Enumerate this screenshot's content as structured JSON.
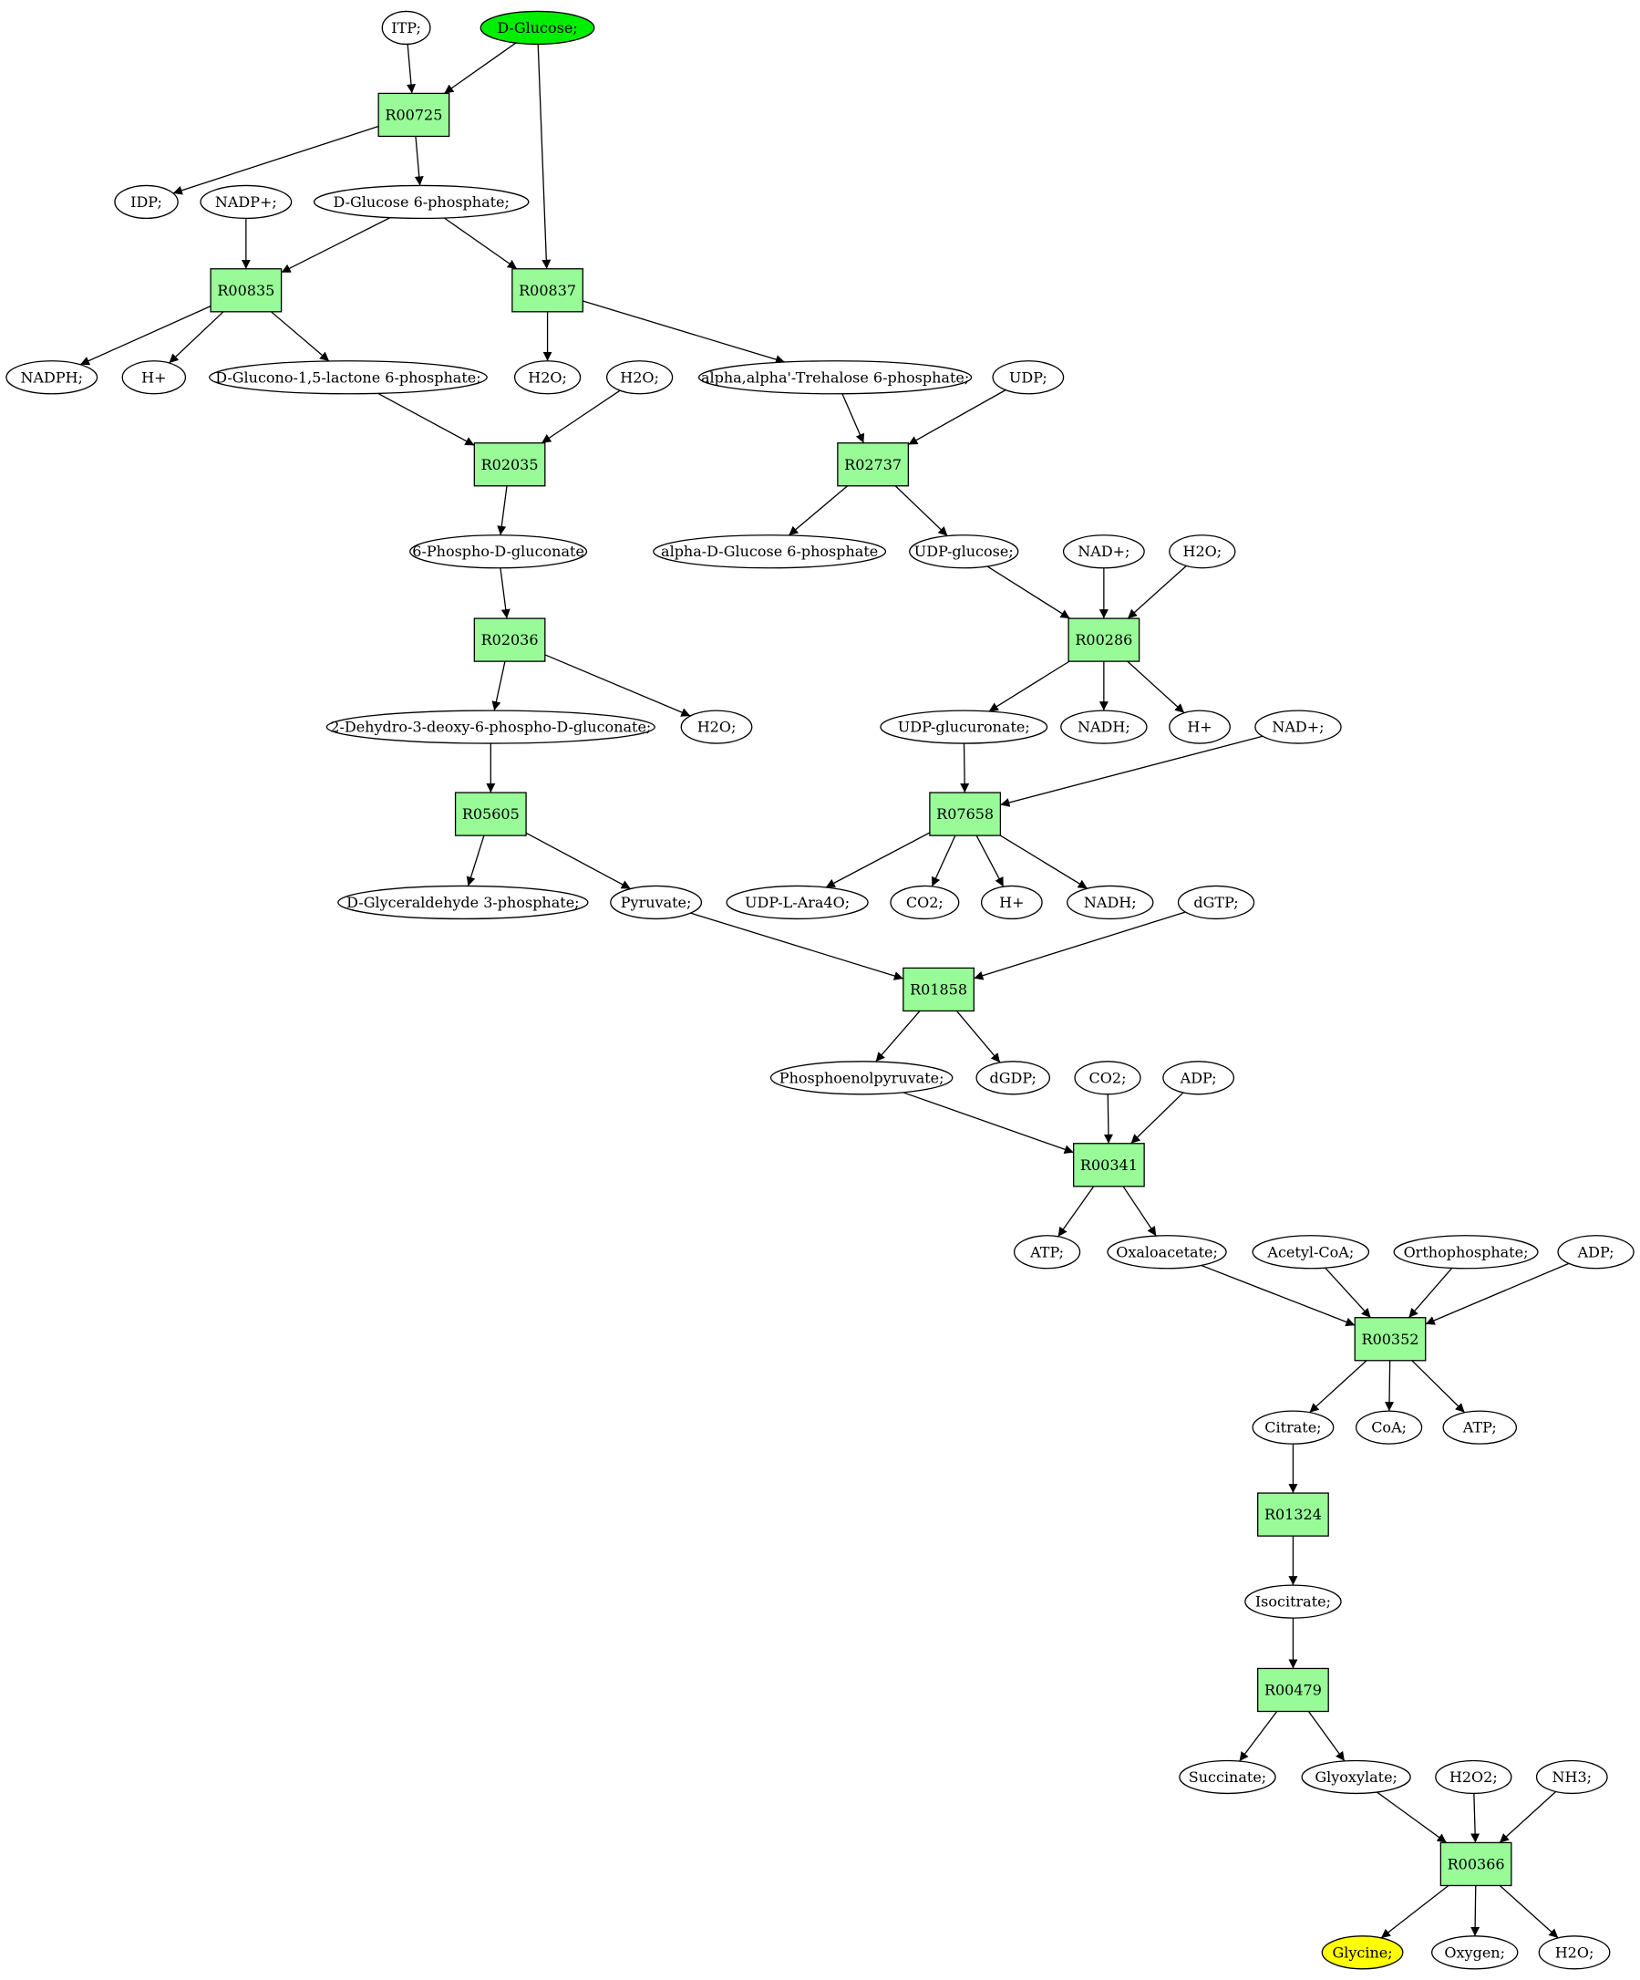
{
  "colors": {
    "reaction": "#98fb98",
    "compound": "#ffffff",
    "source": "#00ee00",
    "target": "#ffff00",
    "edge": "#000000"
  },
  "compounds": [
    {
      "id": "c_itp",
      "label": "ITP;"
    },
    {
      "id": "c_dglucose",
      "label": "D-Glucose;",
      "role": "source"
    },
    {
      "id": "c_idp",
      "label": "IDP;"
    },
    {
      "id": "c_nadp",
      "label": "NADP+;"
    },
    {
      "id": "c_g6p",
      "label": "D-Glucose 6-phosphate;"
    },
    {
      "id": "c_nadph",
      "label": "NADPH;"
    },
    {
      "id": "c_hplus1",
      "label": "H+"
    },
    {
      "id": "c_gluconolactone",
      "label": "D-Glucono-1,5-lactone 6-phosphate;"
    },
    {
      "id": "c_h2o1",
      "label": "H2O;"
    },
    {
      "id": "c_h2o2",
      "label": "H2O;"
    },
    {
      "id": "c_trehalose6p",
      "label": "alpha,alpha'-Trehalose 6-phosphate;"
    },
    {
      "id": "c_udp",
      "label": "UDP;"
    },
    {
      "id": "c_6pg",
      "label": "6-Phospho-D-gluconate"
    },
    {
      "id": "c_ag6p",
      "label": "alpha-D-Glucose 6-phosphate"
    },
    {
      "id": "c_udpglucose",
      "label": "UDP-glucose;"
    },
    {
      "id": "c_nad1",
      "label": "NAD+;"
    },
    {
      "id": "c_h2o3",
      "label": "H2O;"
    },
    {
      "id": "c_kdpg",
      "label": "2-Dehydro-3-deoxy-6-phospho-D-gluconate;"
    },
    {
      "id": "c_h2o4",
      "label": "H2O;"
    },
    {
      "id": "c_udpglcur",
      "label": "UDP-glucuronate;"
    },
    {
      "id": "c_nadh1",
      "label": "NADH;"
    },
    {
      "id": "c_hplus2",
      "label": "H+"
    },
    {
      "id": "c_nad2",
      "label": "NAD+;"
    },
    {
      "id": "c_gap",
      "label": "D-Glyceraldehyde 3-phosphate;"
    },
    {
      "id": "c_pyruvate",
      "label": "Pyruvate;"
    },
    {
      "id": "c_udpara",
      "label": "UDP-L-Ara4O;"
    },
    {
      "id": "c_co2a",
      "label": "CO2;"
    },
    {
      "id": "c_hplus3",
      "label": "H+"
    },
    {
      "id": "c_nadh2",
      "label": "NADH;"
    },
    {
      "id": "c_dgtp",
      "label": "dGTP;"
    },
    {
      "id": "c_pep",
      "label": "Phosphoenolpyruvate;"
    },
    {
      "id": "c_dgdp",
      "label": "dGDP;"
    },
    {
      "id": "c_co2b",
      "label": "CO2;"
    },
    {
      "id": "c_adp1",
      "label": "ADP;"
    },
    {
      "id": "c_atp1",
      "label": "ATP;"
    },
    {
      "id": "c_oaa",
      "label": "Oxaloacetate;"
    },
    {
      "id": "c_acetylcoa",
      "label": "Acetyl-CoA;"
    },
    {
      "id": "c_pi",
      "label": "Orthophosphate;"
    },
    {
      "id": "c_adp2",
      "label": "ADP;"
    },
    {
      "id": "c_citrate",
      "label": "Citrate;"
    },
    {
      "id": "c_coa",
      "label": "CoA;"
    },
    {
      "id": "c_atp2",
      "label": "ATP;"
    },
    {
      "id": "c_isocitrate",
      "label": "Isocitrate;"
    },
    {
      "id": "c_succinate",
      "label": "Succinate;"
    },
    {
      "id": "c_glyoxylate",
      "label": "Glyoxylate;"
    },
    {
      "id": "c_h2o2b",
      "label": "H2O2;"
    },
    {
      "id": "c_nh3",
      "label": "NH3;"
    },
    {
      "id": "c_glycine",
      "label": "Glycine;",
      "role": "target"
    },
    {
      "id": "c_oxygen",
      "label": "Oxygen;"
    },
    {
      "id": "c_h2o5",
      "label": "H2O;"
    }
  ],
  "reactions": [
    {
      "id": "r_00725",
      "label": "R00725"
    },
    {
      "id": "r_00835",
      "label": "R00835"
    },
    {
      "id": "r_00837",
      "label": "R00837"
    },
    {
      "id": "r_02035",
      "label": "R02035"
    },
    {
      "id": "r_02737",
      "label": "R02737"
    },
    {
      "id": "r_02036",
      "label": "R02036"
    },
    {
      "id": "r_00286",
      "label": "R00286"
    },
    {
      "id": "r_05605",
      "label": "R05605"
    },
    {
      "id": "r_07658",
      "label": "R07658"
    },
    {
      "id": "r_01858",
      "label": "R01858"
    },
    {
      "id": "r_00341",
      "label": "R00341"
    },
    {
      "id": "r_00352",
      "label": "R00352"
    },
    {
      "id": "r_01324",
      "label": "R01324"
    },
    {
      "id": "r_00479",
      "label": "R00479"
    },
    {
      "id": "r_00366",
      "label": "R00366"
    }
  ],
  "edges": [
    [
      "c_itp",
      "r_00725"
    ],
    [
      "c_dglucose",
      "r_00725"
    ],
    [
      "c_dglucose",
      "r_00837"
    ],
    [
      "r_00725",
      "c_idp"
    ],
    [
      "r_00725",
      "c_g6p"
    ],
    [
      "c_nadp",
      "r_00835"
    ],
    [
      "c_g6p",
      "r_00835"
    ],
    [
      "c_g6p",
      "r_00837"
    ],
    [
      "r_00835",
      "c_nadph"
    ],
    [
      "r_00835",
      "c_hplus1"
    ],
    [
      "r_00835",
      "c_gluconolactone"
    ],
    [
      "r_00837",
      "c_h2o1"
    ],
    [
      "r_00837",
      "c_trehalose6p"
    ],
    [
      "c_gluconolactone",
      "r_02035"
    ],
    [
      "c_h2o2",
      "r_02035"
    ],
    [
      "c_trehalose6p",
      "r_02737"
    ],
    [
      "c_udp",
      "r_02737"
    ],
    [
      "r_02035",
      "c_6pg"
    ],
    [
      "r_02737",
      "c_ag6p"
    ],
    [
      "r_02737",
      "c_udpglucose"
    ],
    [
      "c_6pg",
      "r_02036"
    ],
    [
      "c_udpglucose",
      "r_00286"
    ],
    [
      "c_nad1",
      "r_00286"
    ],
    [
      "c_h2o3",
      "r_00286"
    ],
    [
      "r_02036",
      "c_kdpg"
    ],
    [
      "r_02036",
      "c_h2o4"
    ],
    [
      "r_00286",
      "c_udpglcur"
    ],
    [
      "r_00286",
      "c_nadh1"
    ],
    [
      "r_00286",
      "c_hplus2"
    ],
    [
      "c_kdpg",
      "r_05605"
    ],
    [
      "c_udpglcur",
      "r_07658"
    ],
    [
      "c_nad2",
      "r_07658"
    ],
    [
      "r_05605",
      "c_gap"
    ],
    [
      "r_05605",
      "c_pyruvate"
    ],
    [
      "r_07658",
      "c_udpara"
    ],
    [
      "r_07658",
      "c_co2a"
    ],
    [
      "r_07658",
      "c_hplus3"
    ],
    [
      "r_07658",
      "c_nadh2"
    ],
    [
      "c_pyruvate",
      "r_01858"
    ],
    [
      "c_dgtp",
      "r_01858"
    ],
    [
      "r_01858",
      "c_pep"
    ],
    [
      "r_01858",
      "c_dgdp"
    ],
    [
      "c_pep",
      "r_00341"
    ],
    [
      "c_co2b",
      "r_00341"
    ],
    [
      "c_adp1",
      "r_00341"
    ],
    [
      "r_00341",
      "c_atp1"
    ],
    [
      "r_00341",
      "c_oaa"
    ],
    [
      "c_oaa",
      "r_00352"
    ],
    [
      "c_acetylcoa",
      "r_00352"
    ],
    [
      "c_pi",
      "r_00352"
    ],
    [
      "c_adp2",
      "r_00352"
    ],
    [
      "r_00352",
      "c_citrate"
    ],
    [
      "r_00352",
      "c_coa"
    ],
    [
      "r_00352",
      "c_atp2"
    ],
    [
      "c_citrate",
      "r_01324"
    ],
    [
      "r_01324",
      "c_isocitrate"
    ],
    [
      "c_isocitrate",
      "r_00479"
    ],
    [
      "r_00479",
      "c_succinate"
    ],
    [
      "r_00479",
      "c_glyoxylate"
    ],
    [
      "c_glyoxylate",
      "r_00366"
    ],
    [
      "c_h2o2b",
      "r_00366"
    ],
    [
      "c_nh3",
      "r_00366"
    ],
    [
      "r_00366",
      "c_glycine"
    ],
    [
      "r_00366",
      "c_oxygen"
    ],
    [
      "r_00366",
      "c_h2o5"
    ]
  ]
}
